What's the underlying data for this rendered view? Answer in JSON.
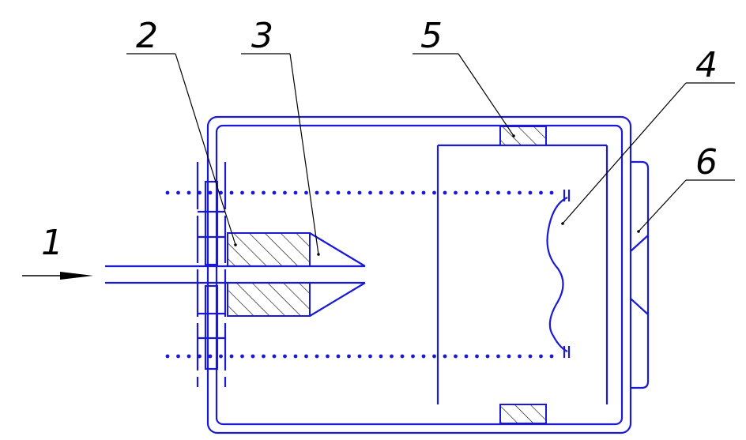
{
  "labels": {
    "input_arrow": "1",
    "part_2": "2",
    "part_3": "3",
    "part_4": "4",
    "part_5": "5",
    "part_6": "6"
  },
  "colors": {
    "drawing": "#1a1ad6",
    "leaders": "#000000",
    "background": "#ffffff"
  }
}
